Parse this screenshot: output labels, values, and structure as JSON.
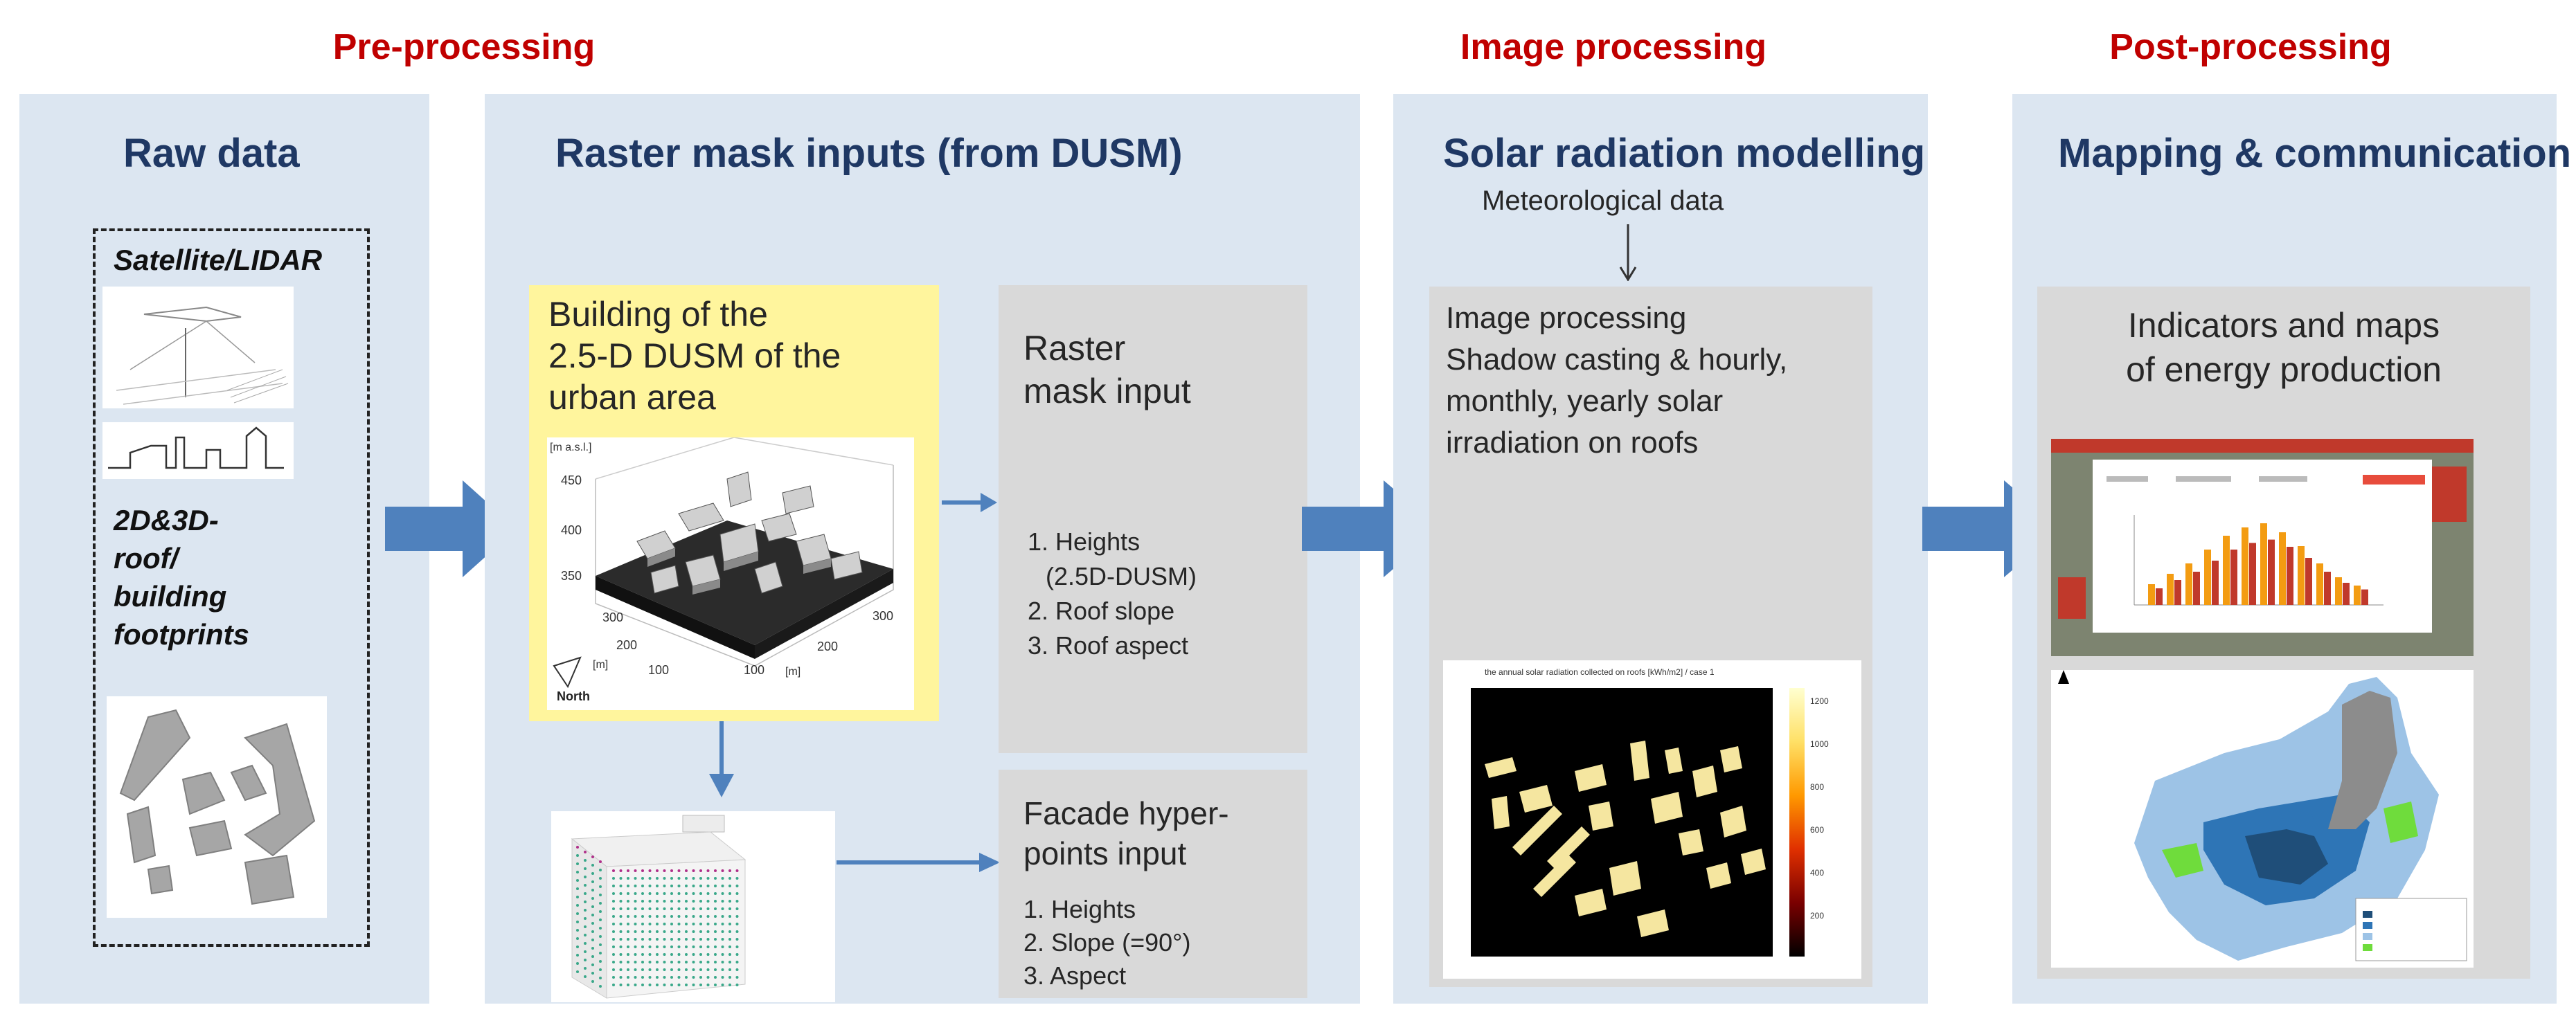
{
  "phases": {
    "pre": "Pre-processing",
    "image": "Image processing",
    "post": "Post-processing"
  },
  "panels": {
    "raw": {
      "title": "Raw data",
      "satellite": "Satellite/LIDAR",
      "footprints_lines": [
        "2D&3D-",
        "roof/",
        "building",
        "footprints"
      ]
    },
    "raster": {
      "title": "Raster mask inputs (from DUSM)",
      "building_box_lines": [
        "Building of the",
        "2.5-D DUSM of the",
        "urban area"
      ],
      "plot_labels": {
        "zlabel": "[m a.s.l.]",
        "z450": "450",
        "z400": "400",
        "z350": "350",
        "y300": "300",
        "y200": "200",
        "y100": "100",
        "ylabel": "[m]",
        "x100": "100",
        "x200": "200",
        "x300": "300",
        "xlabel": "[m]",
        "north": "North"
      },
      "raster_box": {
        "title_lines": [
          "Raster",
          "mask input"
        ],
        "items": [
          "1. Heights",
          "(2.5D-DUSM)",
          "2. Roof slope",
          "3. Roof aspect"
        ]
      },
      "facade_box": {
        "title_lines": [
          "Facade hyper-",
          "points input"
        ],
        "items": [
          "1. Heights",
          "2. Slope (=90°)",
          "3. Aspect"
        ]
      }
    },
    "solar": {
      "title": "Solar radiation modelling",
      "meteo": "Meteorological data",
      "box_lines": [
        "Image processing",
        "Shadow casting & hourly,",
        "monthly, yearly solar",
        "irradiation on roofs"
      ],
      "chart_title": "the annual solar radiation collected on roofs [kWh/m2] / case 1",
      "colorbar_ticks": [
        "1200",
        "1000",
        "800",
        "600",
        "400",
        "200"
      ]
    },
    "mapping": {
      "title": "Mapping & communication",
      "box_lines": [
        "Indicators and maps",
        "of energy production"
      ]
    }
  },
  "colors": {
    "phase_red": "#c00000",
    "panel_bg": "#dce6f1",
    "title_navy": "#1f3864",
    "arrow_blue": "#4f81bd",
    "grey_box": "#d9d9d9",
    "yellow_box": "#fff59d"
  }
}
